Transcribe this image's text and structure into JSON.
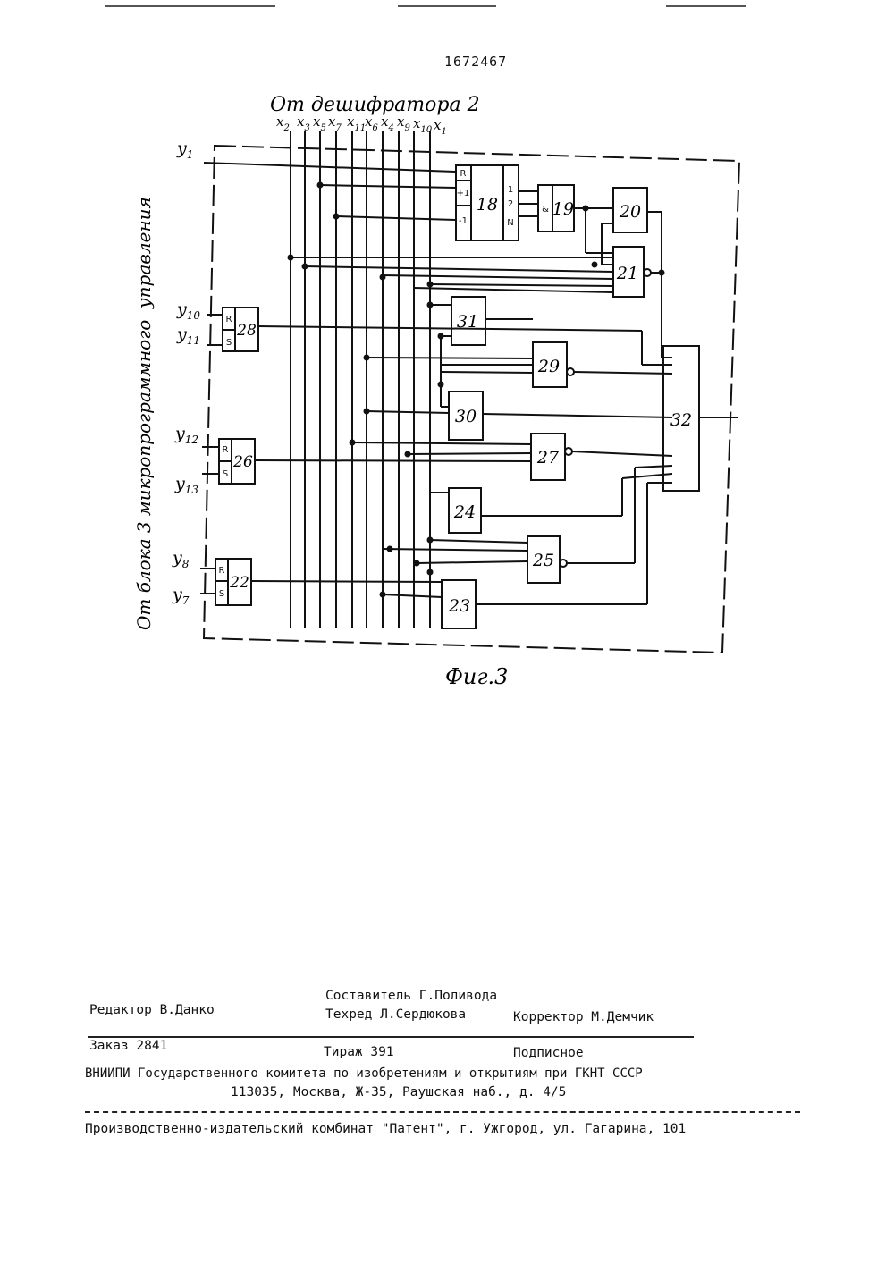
{
  "patent_number": "1672467",
  "figure": {
    "caption": "Фиг.3",
    "top_label": "От дешифратора 2",
    "side_label": "От блока 3 микропрограммного  управления",
    "x_inputs": [
      "x",
      "x",
      "x",
      "x",
      "x",
      "x",
      "x",
      "x",
      "x",
      "x"
    ],
    "x_subs": [
      "2",
      "3",
      "5",
      "7",
      "11",
      "6",
      "4",
      "9",
      "10",
      "1"
    ],
    "y_inputs": {
      "y1": {
        "base": "y",
        "sub": "1"
      },
      "y10": {
        "base": "y",
        "sub": "10"
      },
      "y11": {
        "base": "y",
        "sub": "11"
      },
      "y12": {
        "base": "y",
        "sub": "12"
      },
      "y13": {
        "base": "y",
        "sub": "13"
      },
      "y8": {
        "base": "y",
        "sub": "8"
      },
      "y7": {
        "base": "y",
        "sub": "7"
      }
    },
    "blocks": {
      "b18": "18",
      "b19": "19",
      "b20": "20",
      "b21": "21",
      "b22": "22",
      "b23": "23",
      "b24": "24",
      "b25": "25",
      "b26": "26",
      "b27": "27",
      "b28": "28",
      "b29": "29",
      "b30": "30",
      "b31": "31",
      "b32": "32"
    },
    "pins": {
      "R": "R",
      "S": "S",
      "plus1": "+1",
      "minus1": "-1",
      "q1": "1",
      "q2": "2",
      "qN": "N",
      "and": "&"
    }
  },
  "imprint": {
    "editor": "Редактор В.Данко",
    "composer": "Составитель Г.Поливода",
    "techred": "Техред Л.Сердюкова",
    "corrector": "Корректор М.Демчик",
    "order": "Заказ 2841",
    "circulation": "Тираж 391",
    "subscription": "Подписное",
    "org": "ВНИИПИ Государственного комитета по изобретениям и открытиям при ГКНТ СССР",
    "address": "113035, Москва, Ж-35, Раушская наб., д. 4/5",
    "plant": "Производственно-издательский комбинат \"Патент\", г. Ужгород, ул. Гагарина, 101"
  }
}
